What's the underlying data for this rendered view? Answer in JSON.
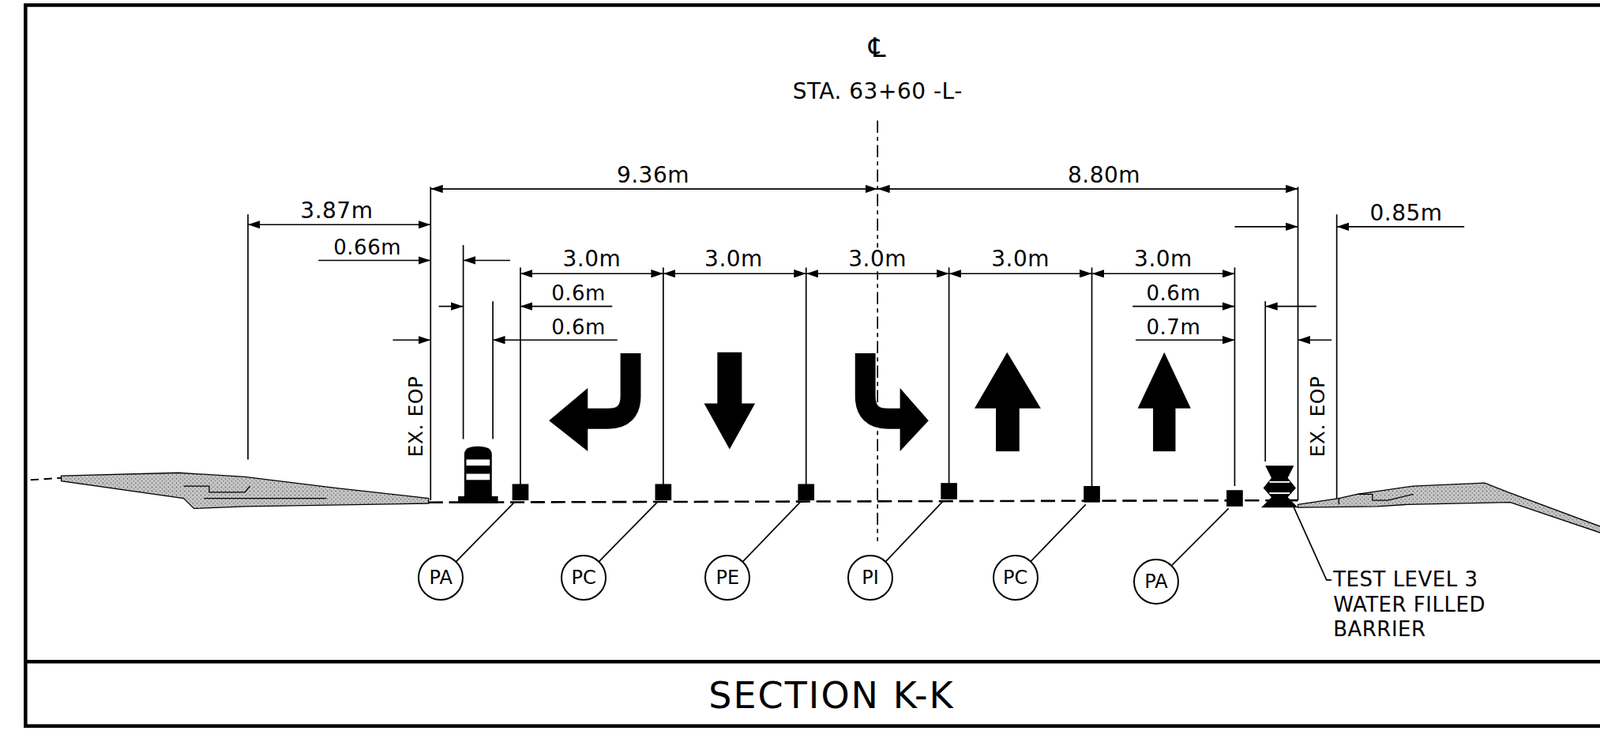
{
  "diagram": {
    "title": "SECTION K-K",
    "nodes": [
      {
        "text": [
          "PA"
        ]
      },
      {
        "text": [
          "PC"
        ]
      },
      {
        "text": [
          "PE"
        ]
      },
      {
        "text": [
          "PI"
        ]
      },
      {
        "text": [
          "PC"
        ]
      },
      {
        "text": [
          "PA"
        ]
      }
    ],
    "labels": [
      "℄",
      "STA. 63+60 -L-",
      "9.36m",
      "8.80m",
      "3.87m",
      "0.66m",
      "3.0m",
      "3.0m",
      "3.0m",
      "3.0m",
      "3.0m",
      "0.6m",
      "0.6m",
      "0.85m",
      "0.6m",
      "0.7m",
      "EX. EOP",
      "EX. EOP",
      "TEST LEVEL 3 WATER FILLED BARRIER"
    ]
  }
}
